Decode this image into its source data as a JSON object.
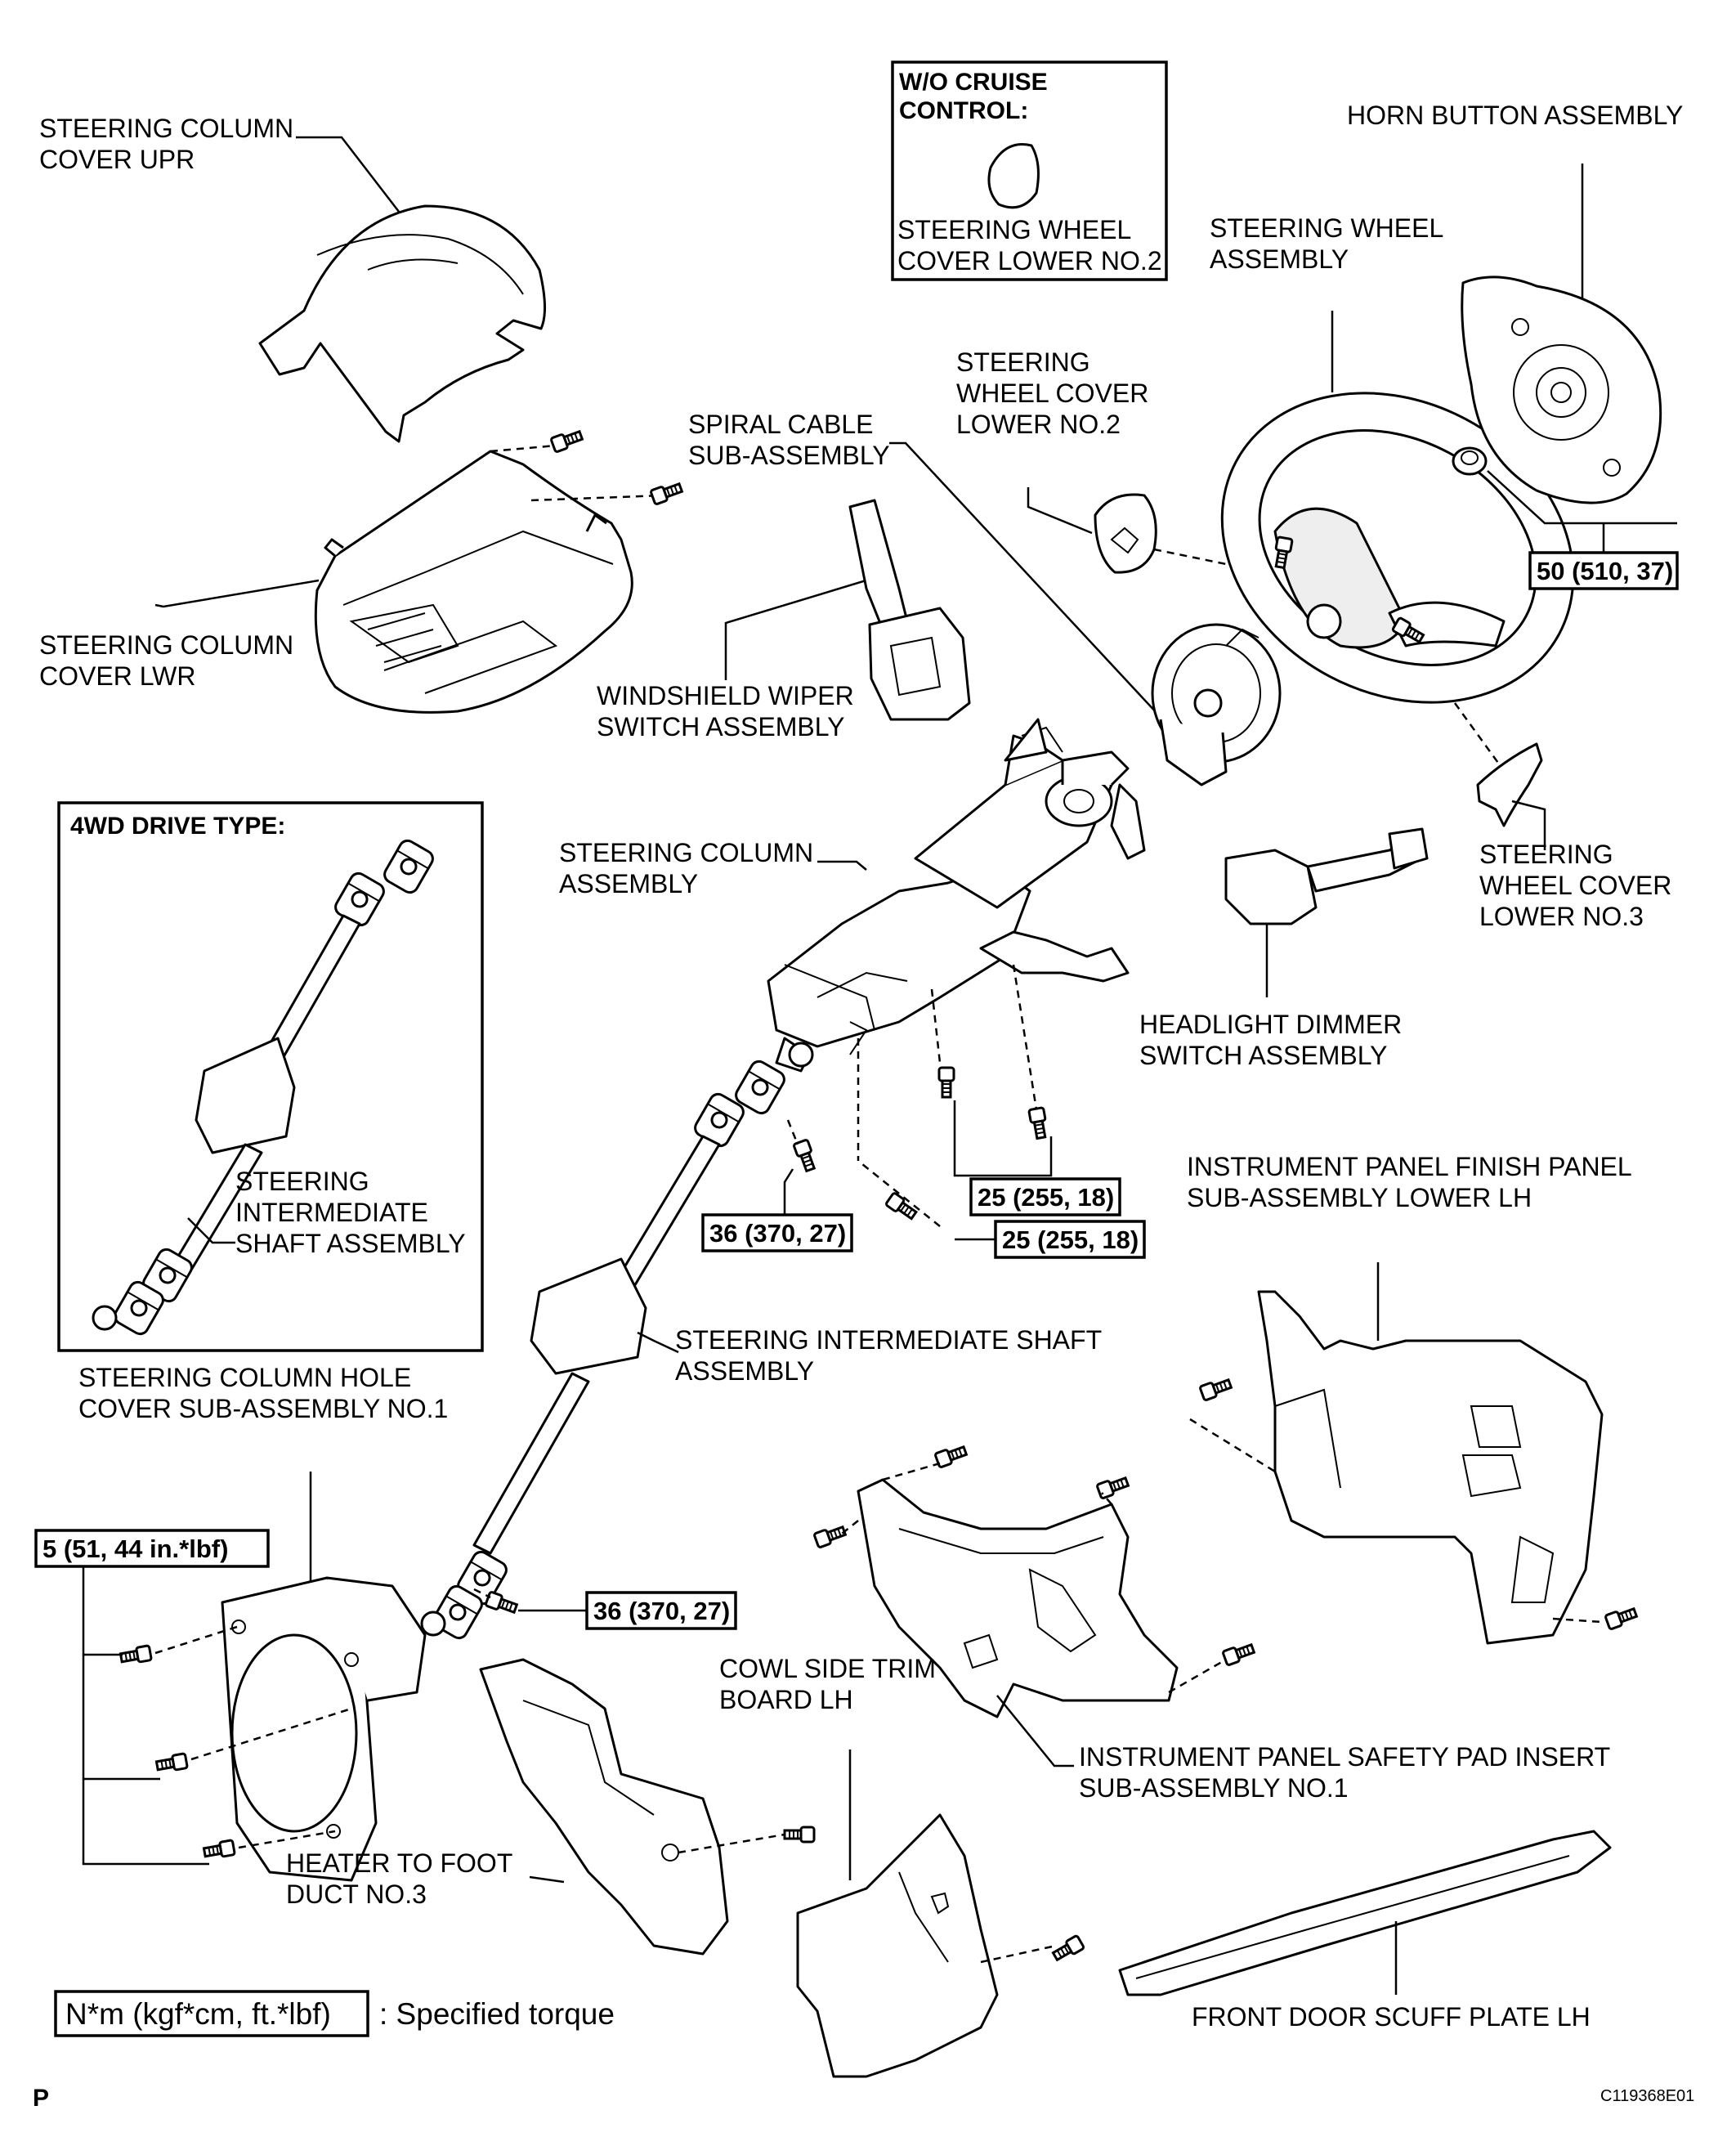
{
  "labels": {
    "steering_column_cover_upr": [
      "STEERING COLUMN",
      "COVER UPR"
    ],
    "steering_column_cover_lwr": [
      "STEERING COLUMN",
      "COVER LWR"
    ],
    "spiral_cable": [
      "SPIRAL CABLE",
      "SUB-ASSEMBLY"
    ],
    "steering_wheel_cover_lower_no2": [
      "STEERING",
      "WHEEL COVER",
      "LOWER NO.2"
    ],
    "steering_wheel_assembly": [
      "STEERING WHEEL",
      "ASSEMBLY"
    ],
    "horn_button_assembly": [
      "HORN BUTTON ASSEMBLY"
    ],
    "windshield_wiper_switch": [
      "WINDSHIELD WIPER",
      "SWITCH ASSEMBLY"
    ],
    "steering_column_assembly": [
      "STEERING COLUMN",
      "ASSEMBLY"
    ],
    "steering_wheel_cover_lower_no3": [
      "STEERING",
      "WHEEL COVER",
      "LOWER NO.3"
    ],
    "headlight_dimmer_switch": [
      "HEADLIGHT DIMMER",
      "SWITCH ASSEMBLY"
    ],
    "steering_intermediate_shaft_inset": [
      "STEERING",
      "INTERMEDIATE",
      "SHAFT ASSEMBLY"
    ],
    "instrument_panel_finish_panel": [
      "INSTRUMENT PANEL FINISH PANEL",
      "SUB-ASSEMBLY LOWER LH"
    ],
    "steering_intermediate_shaft": [
      "STEERING INTERMEDIATE SHAFT",
      "ASSEMBLY"
    ],
    "steering_column_hole_cover": [
      "STEERING COLUMN HOLE",
      "COVER SUB-ASSEMBLY NO.1"
    ],
    "cowl_side_trim_board": [
      "COWL SIDE TRIM",
      "BOARD LH"
    ],
    "instrument_panel_safety_pad_insert": [
      "INSTRUMENT PANEL SAFETY PAD INSERT",
      "SUB-ASSEMBLY NO.1"
    ],
    "heater_to_foot_duct": [
      "HEATER TO FOOT",
      "DUCT NO.3"
    ],
    "front_door_scuff_plate": [
      "FRONT DOOR SCUFF PLATE LH"
    ]
  },
  "inset_wo_cruise": {
    "title": [
      "W/O CRUISE",
      "CONTROL:"
    ],
    "label": [
      "STEERING WHEEL",
      "COVER LOWER NO.2"
    ]
  },
  "inset_4wd": {
    "title": "4WD DRIVE TYPE:"
  },
  "torques": {
    "horn_nut": "50 (510, 37)",
    "column_bolts": "25 (255, 18)",
    "column_long_bolt": "25 (255, 18)",
    "shaft_upper_bolt": "36 (370, 27)",
    "shaft_lower_bolt": "36 (370, 27)",
    "hole_cover_bolts": "5 (51, 44 in.*lbf)"
  },
  "legend": {
    "unit_box": "N*m (kgf*cm, ft.*lbf)",
    "text": ": Specified torque"
  },
  "footer": {
    "page_marker": "P",
    "figure_code": "C119368E01"
  }
}
